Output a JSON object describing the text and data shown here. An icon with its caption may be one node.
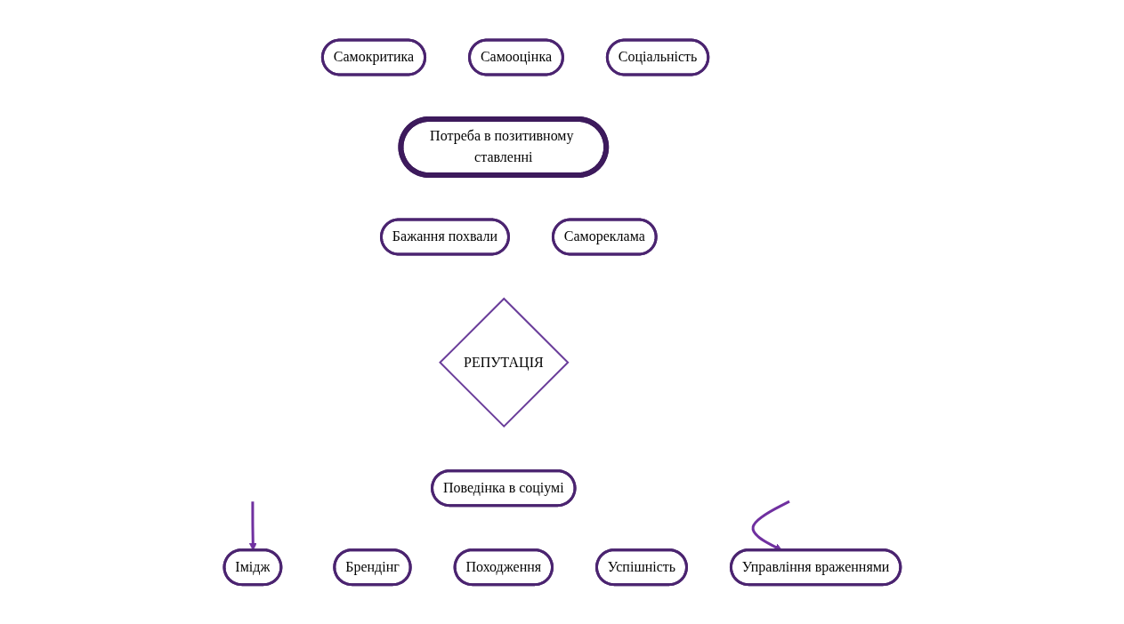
{
  "diagram": {
    "nodes": [
      {
        "text": [
          "Самооцінка"
        ]
      },
      {
        "text": [
          "Самокритика"
        ]
      },
      {
        "text": [
          "Соціальність"
        ]
      },
      {
        "text": [
          "Потреба в позитивному ставленні"
        ]
      },
      {
        "text": [
          "Бажання похвали"
        ]
      },
      {
        "text": [
          "Самореклама"
        ]
      },
      {
        "text": [
          "РЕПУТАЦІЯ"
        ]
      },
      {
        "text": [
          "Поведінка в соціумі"
        ]
      },
      {
        "text": [
          "Імідж"
        ]
      },
      {
        "text": [
          "Брендінг"
        ]
      },
      {
        "text": [
          "Походження"
        ]
      },
      {
        "text": [
          "Успішність"
        ]
      },
      {
        "text": [
          "Управління враженнями"
        ]
      }
    ],
    "edges": [
      {
        "from": null,
        "to": 8,
        "arrow": "to"
      },
      {
        "from": null,
        "to": 12,
        "arrow": "to"
      }
    ]
  }
}
